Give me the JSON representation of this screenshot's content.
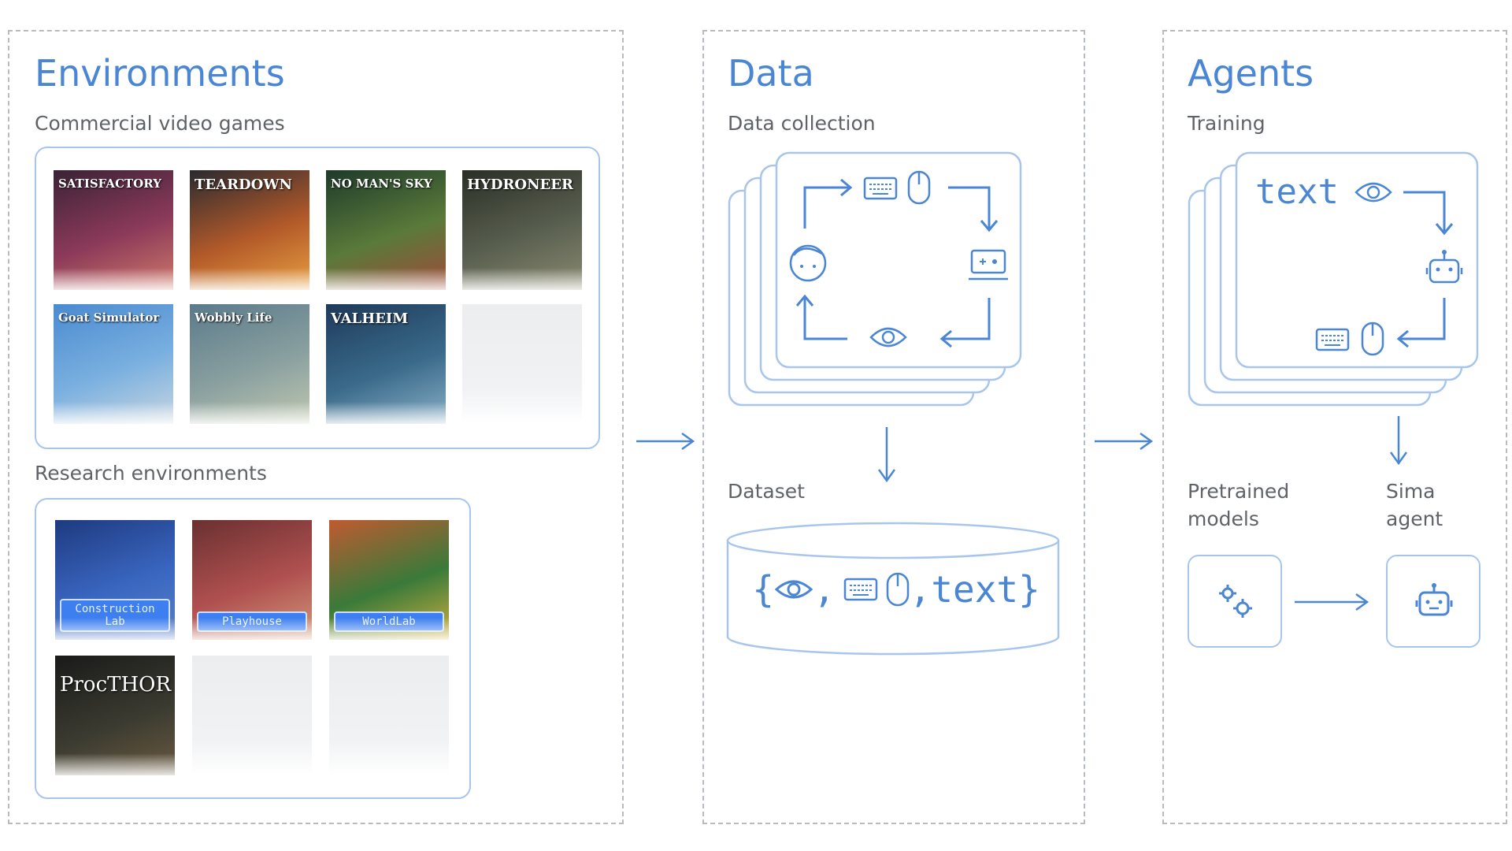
{
  "environments": {
    "title": "Environments",
    "commercial_heading": "Commercial video games",
    "games": [
      {
        "name": "SATISFACTORY",
        "colors": [
          "#3a2236",
          "#8c3a5a",
          "#d07a6a"
        ]
      },
      {
        "name": "TEARDOWN",
        "colors": [
          "#2a2a30",
          "#b35a2a",
          "#e8a040"
        ]
      },
      {
        "name": "NO MAN'S SKY",
        "colors": [
          "#1e3a2a",
          "#5a7a3a",
          "#a04a3a"
        ]
      },
      {
        "name": "HYDRONEER",
        "colors": [
          "#2a2e26",
          "#5a6050",
          "#8a8a70"
        ]
      },
      {
        "name": "Goat Simulator",
        "colors": [
          "#4a8ad0",
          "#7ab0e0",
          "#c8d6e0"
        ]
      },
      {
        "name": "Wobbly Life",
        "colors": [
          "#5a7a8a",
          "#8aa0a0",
          "#c0c8b0"
        ]
      },
      {
        "name": "VALHEIM",
        "colors": [
          "#1e3a5a",
          "#3a6a8a",
          "#8ab0c8"
        ]
      }
    ],
    "research_heading": "Research environments",
    "research": [
      {
        "name": "Construction Lab",
        "colors": [
          "#1e3a80",
          "#3a66c0",
          "#5a80c8"
        ]
      },
      {
        "name": "Playhouse",
        "colors": [
          "#6a3030",
          "#b05050",
          "#d09a7a"
        ]
      },
      {
        "name": "WorldLab",
        "colors": [
          "#c05a30",
          "#3a7a3a",
          "#d0b040"
        ]
      },
      {
        "name": "ProcTHOR",
        "colors": [
          "#1a1a1a",
          "#3a3a30",
          "#6a5a40"
        ]
      }
    ]
  },
  "data": {
    "title": "Data",
    "collection_label": "Data collection",
    "dataset_label": "Dataset",
    "dataset_text_prefix": "{",
    "dataset_comma1": ",",
    "dataset_comma2": ",",
    "dataset_text_word": "text",
    "dataset_text_suffix": "}"
  },
  "agents": {
    "title": "Agents",
    "training_label": "Training",
    "card_text": "text",
    "pretrained_label_1": "Pretrained",
    "pretrained_label_2": "models",
    "sima_label_1": "Sima",
    "sima_label_2": "agent"
  },
  "colors": {
    "accent": "#4a86d4",
    "box_border": "#a8c5ee",
    "dashed_border": "#b7bcc2"
  }
}
